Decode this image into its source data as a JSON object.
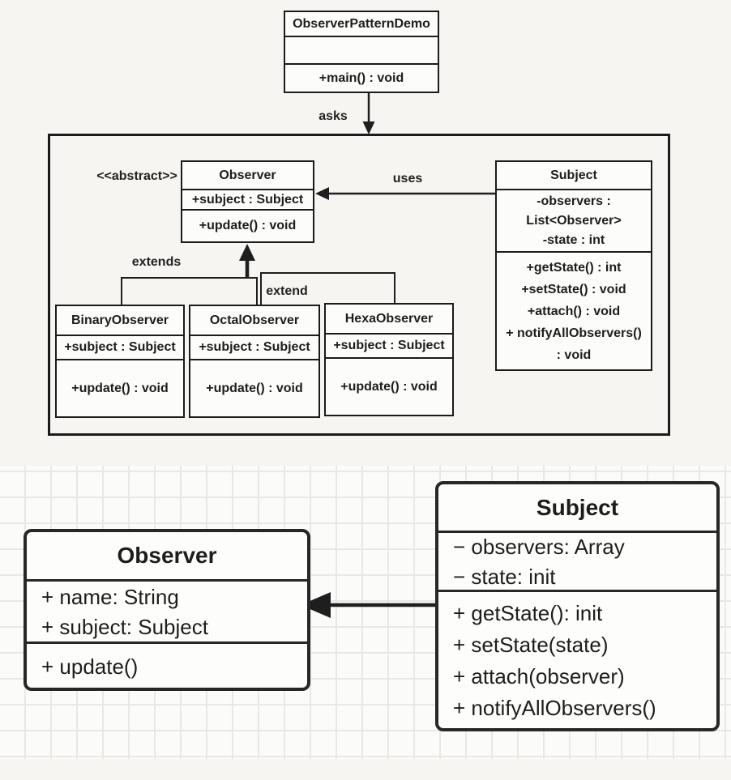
{
  "top": {
    "demo": {
      "name": "ObserverPatternDemo",
      "method": "+main() : void"
    },
    "asks_label": "asks",
    "uses_label": "uses",
    "abstract_label": "<<abstract>>",
    "extends_label": "extends",
    "extend_label": "extend",
    "observer": {
      "name": "Observer",
      "attr": "+subject : Subject",
      "method": "+update() : void"
    },
    "subject": {
      "name": "Subject",
      "attrs": [
        "-observers :",
        "List<Observer>",
        "-state : int"
      ],
      "methods": [
        "+getState() : int",
        "+setState() : void",
        "+attach() : void",
        "+ notifyAllObservers()",
        ": void"
      ]
    },
    "binary": {
      "name": "BinaryObserver",
      "attr": "+subject : Subject",
      "method": "+update() : void"
    },
    "octal": {
      "name": "OctalObserver",
      "attr": "+subject : Subject",
      "method": "+update() : void"
    },
    "hexa": {
      "name": "HexaObserver",
      "attr": "+subject : Subject",
      "method": "+update() : void"
    }
  },
  "bottom": {
    "observer": {
      "name": "Observer",
      "attrs": [
        "+ name: String",
        "+ subject: Subject"
      ],
      "methods": [
        "+ update()"
      ]
    },
    "subject": {
      "name": "Subject",
      "attrs": [
        "− observers: Array",
        "− state: init"
      ],
      "methods": [
        "+ getState(): init",
        "+ setState(state)",
        "+ attach(observer)",
        "+ notifyAllObservers()"
      ]
    }
  },
  "colors": {
    "ink": "#1e1e1e",
    "paper": "#f6f5f2",
    "box_fill": "#fcfcfb",
    "grid_line": "#e9e8e5"
  }
}
